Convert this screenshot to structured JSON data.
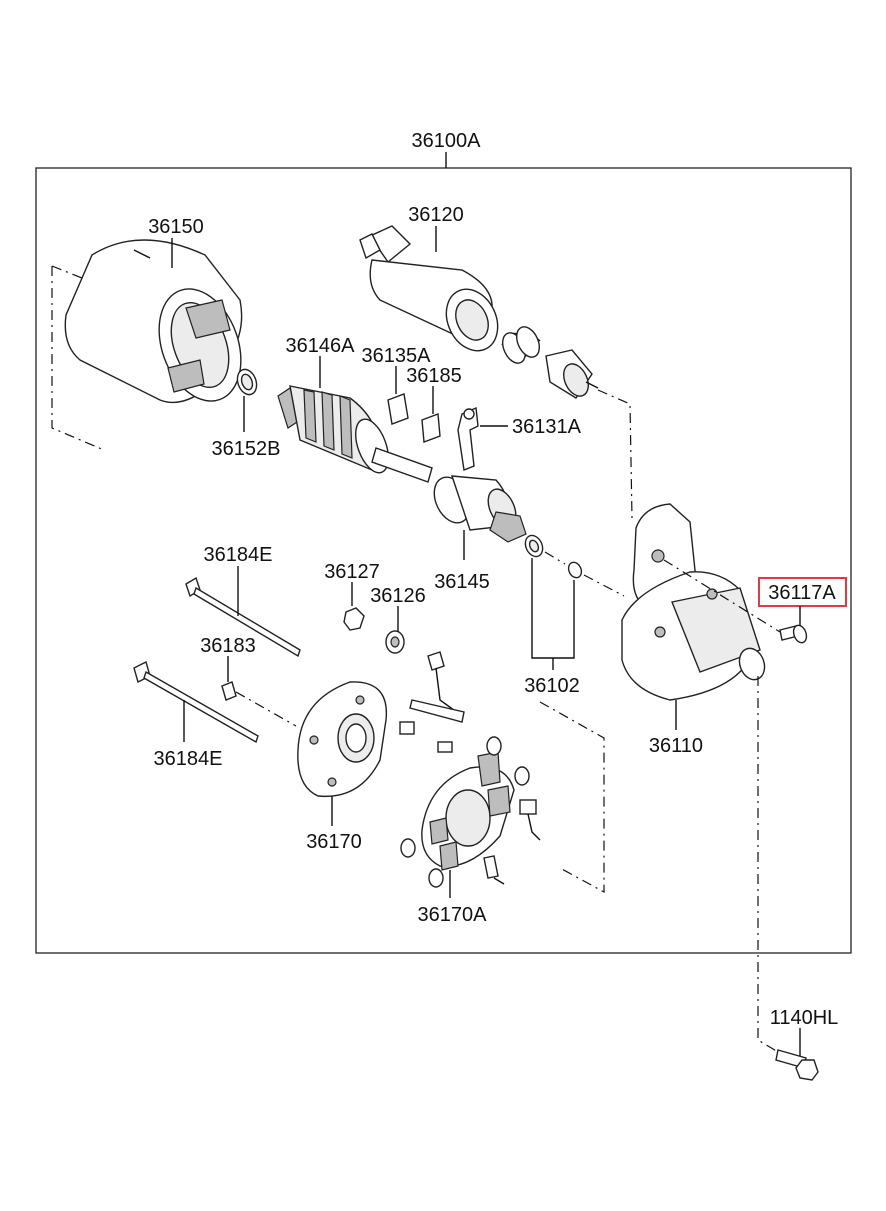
{
  "diagram": {
    "assembly_label": "36100A",
    "highlight_color": "#e8383d",
    "labels": {
      "p36150": "36150",
      "p36120": "36120",
      "p36146A": "36146A",
      "p36135A": "36135A",
      "p36185": "36185",
      "p36131A": "36131A",
      "p36152B": "36152B",
      "p36145": "36145",
      "p36184E_top": "36184E",
      "p36127": "36127",
      "p36126": "36126",
      "p36117A": "36117A",
      "p36183": "36183",
      "p36102": "36102",
      "p36110": "36110",
      "p36184E_bottom": "36184E",
      "p36170": "36170",
      "p36170A": "36170A",
      "p1140HL": "1140HL"
    },
    "highlighted_part": "36117A"
  }
}
